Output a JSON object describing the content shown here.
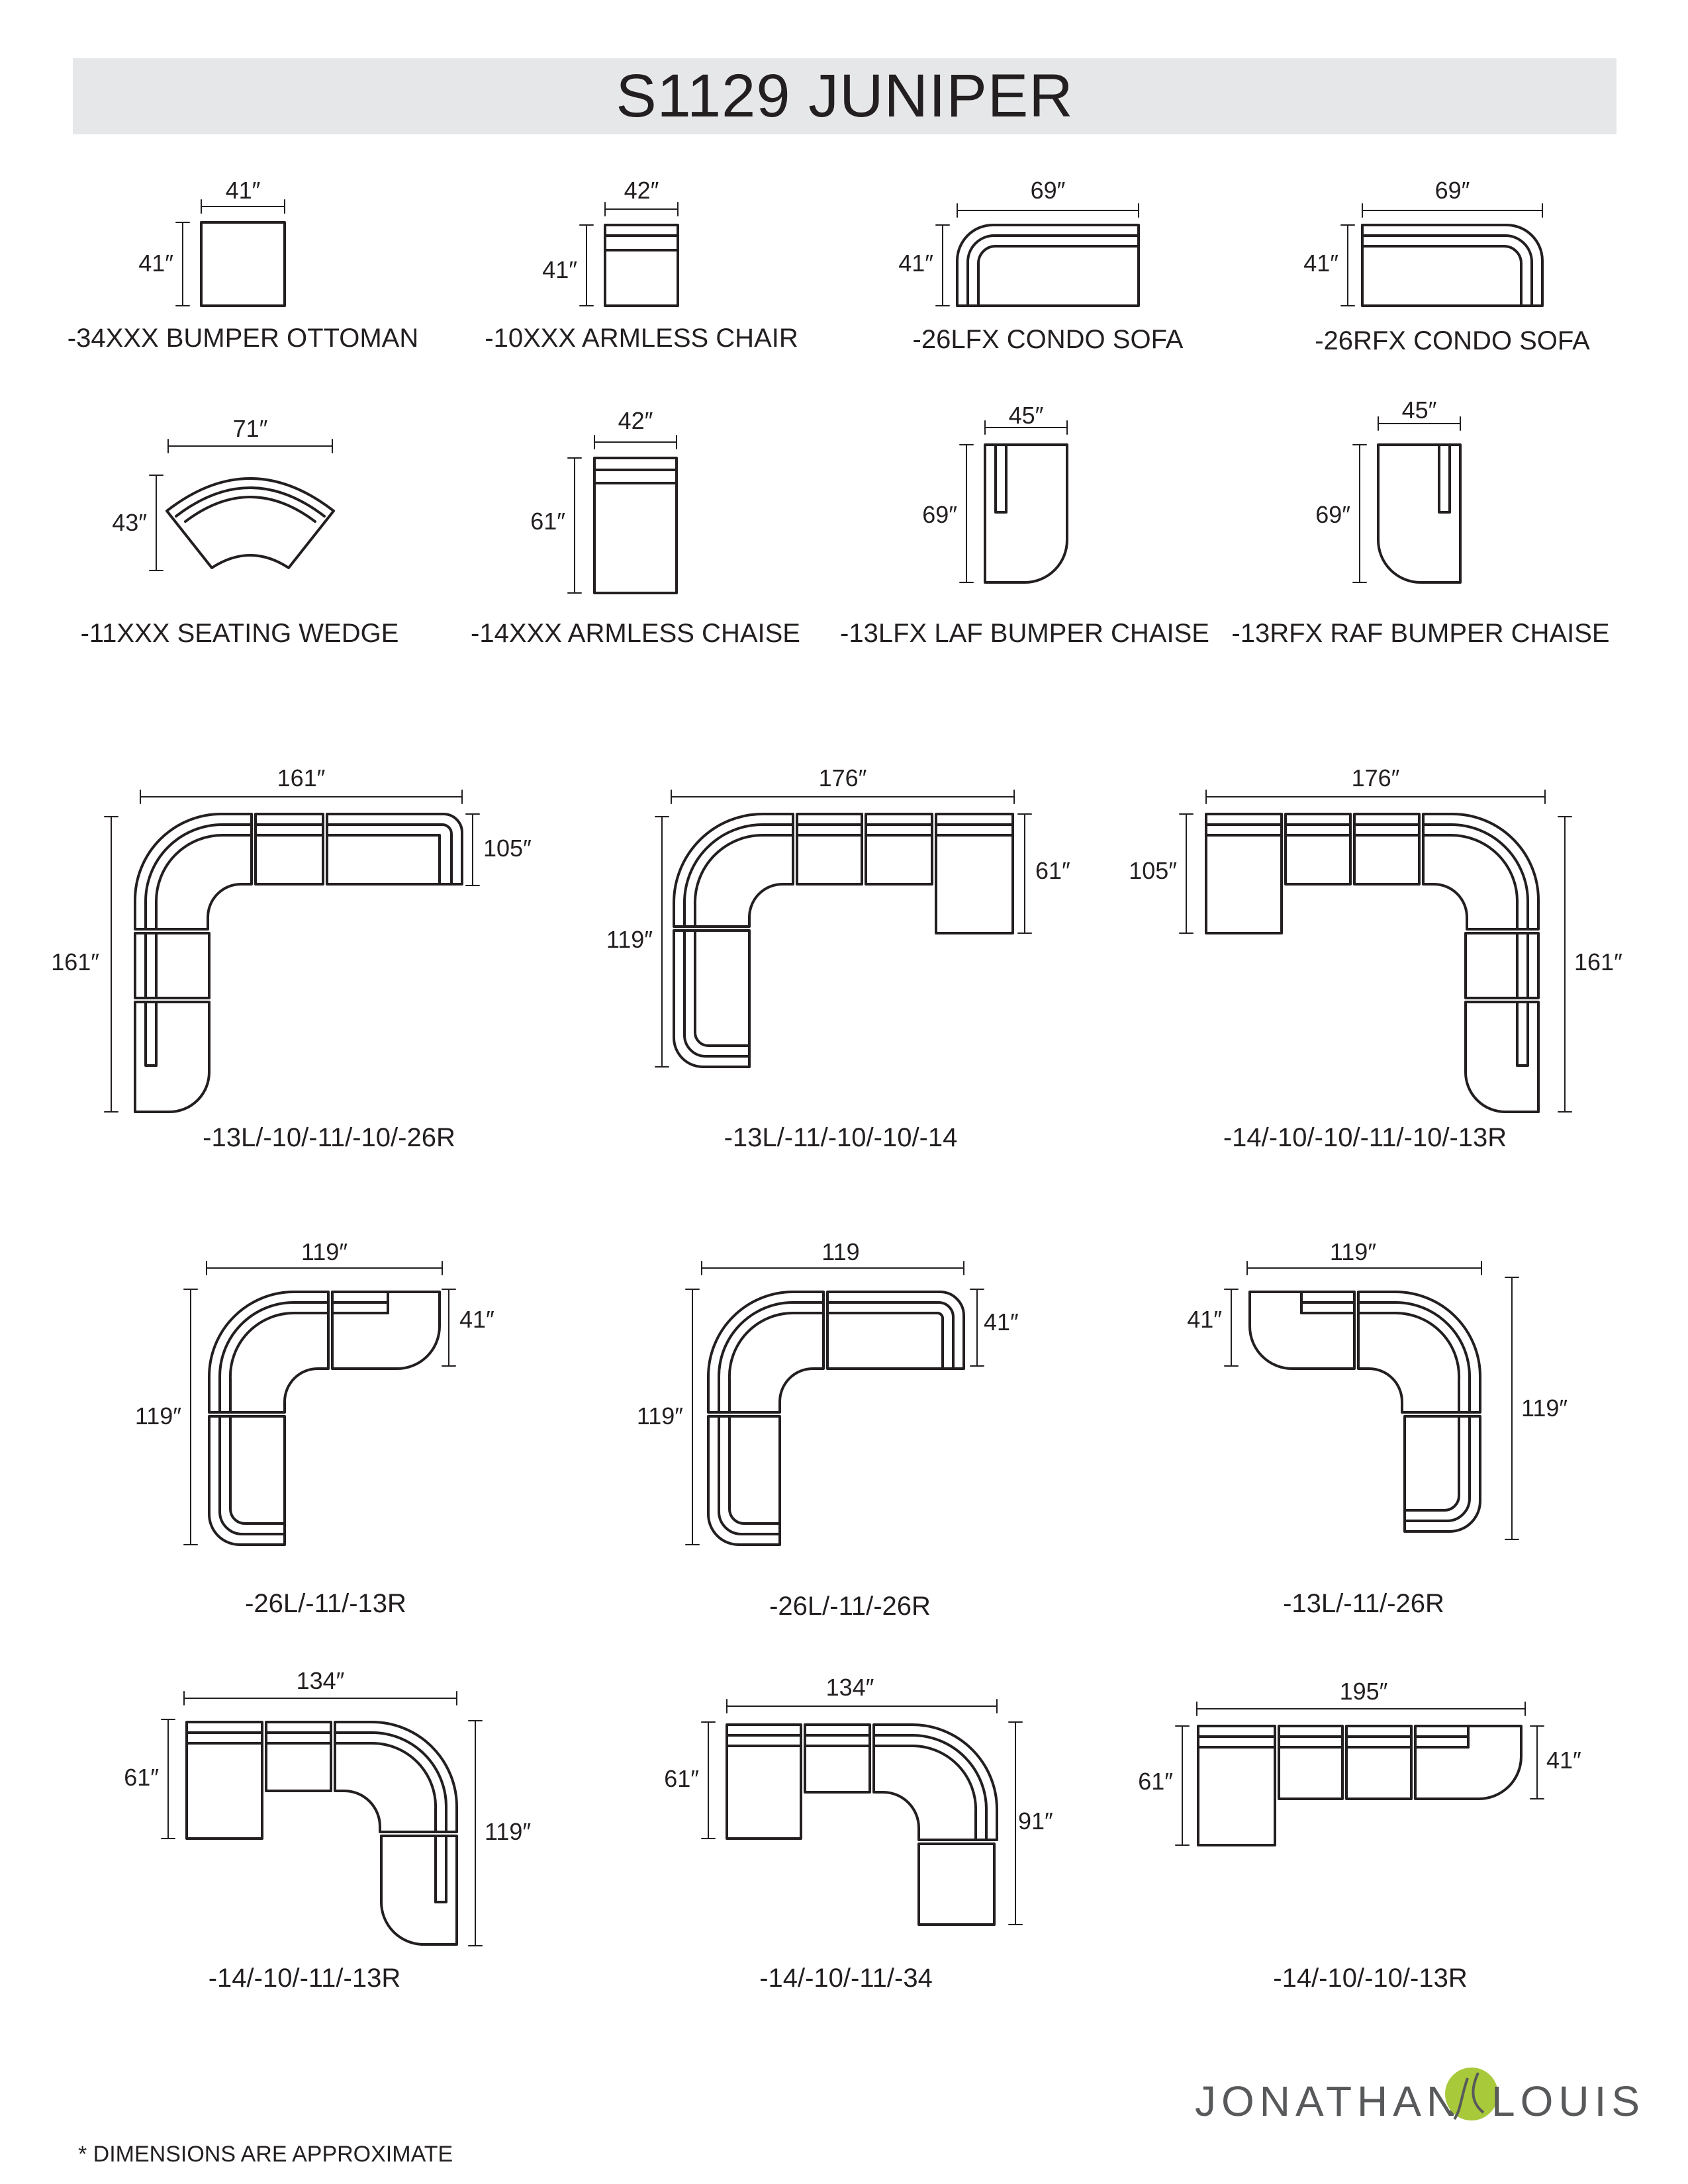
{
  "title": "S1129 JUNIPER",
  "footnote": "* DIMENSIONS ARE APPROXIMATE",
  "logo": {
    "left_word": "JONATHAN",
    "right_word": "LOUIS",
    "monogram": "jl",
    "accent_color": "#a8c93a"
  },
  "pieces": [
    {
      "code": "-34XXX BUMPER OTTOMAN",
      "width": "41″",
      "depth": "41″"
    },
    {
      "code": "-10XXX ARMLESS CHAIR",
      "width": "42″",
      "depth": "41″"
    },
    {
      "code": "-26LFX CONDO SOFA",
      "width": "69″",
      "depth": "41″"
    },
    {
      "code": "-26RFX CONDO SOFA",
      "width": "69″",
      "depth": "41″"
    },
    {
      "code": "-11XXX SEATING WEDGE",
      "width": "71″",
      "depth": "43″"
    },
    {
      "code": "-14XXX ARMLESS CHAISE",
      "width": "42″",
      "depth": "61″"
    },
    {
      "code": "-13LFX LAF BUMPER CHAISE",
      "width": "45″",
      "depth": "69″"
    },
    {
      "code": "-13RFX RAF BUMPER CHAISE",
      "width": "45″",
      "depth": "69″"
    }
  ],
  "sectionals": [
    {
      "config": "-13L/-10/-11/-10/-26R",
      "width": "161″",
      "right": "105″",
      "left": "161″"
    },
    {
      "config": "-13L/-11/-10/-10/-14",
      "width": "176″",
      "right": "61″",
      "left": "119″"
    },
    {
      "config": "-14/-10/-10/-11/-10/-13R",
      "width": "176″",
      "left": "105″",
      "right": "161″"
    },
    {
      "config": "-26L/-11/-13R",
      "width": "119″",
      "right": "41″",
      "left": "119″"
    },
    {
      "config": "-26L/-11/-26R",
      "width": "119",
      "right": "41″",
      "left": "119″"
    },
    {
      "config": "-13L/-11/-26R",
      "width": "119″",
      "left": "41″",
      "right": "119″"
    },
    {
      "config": "-14/-10/-11/-13R",
      "width": "134″",
      "left": "61″",
      "right": "119″"
    },
    {
      "config": "-14/-10/-11/-34",
      "width": "134″",
      "left": "61″",
      "right": "91″"
    },
    {
      "config": "-14/-10/-10/-13R",
      "width": "195″",
      "left": "61″",
      "right": "41″"
    }
  ]
}
